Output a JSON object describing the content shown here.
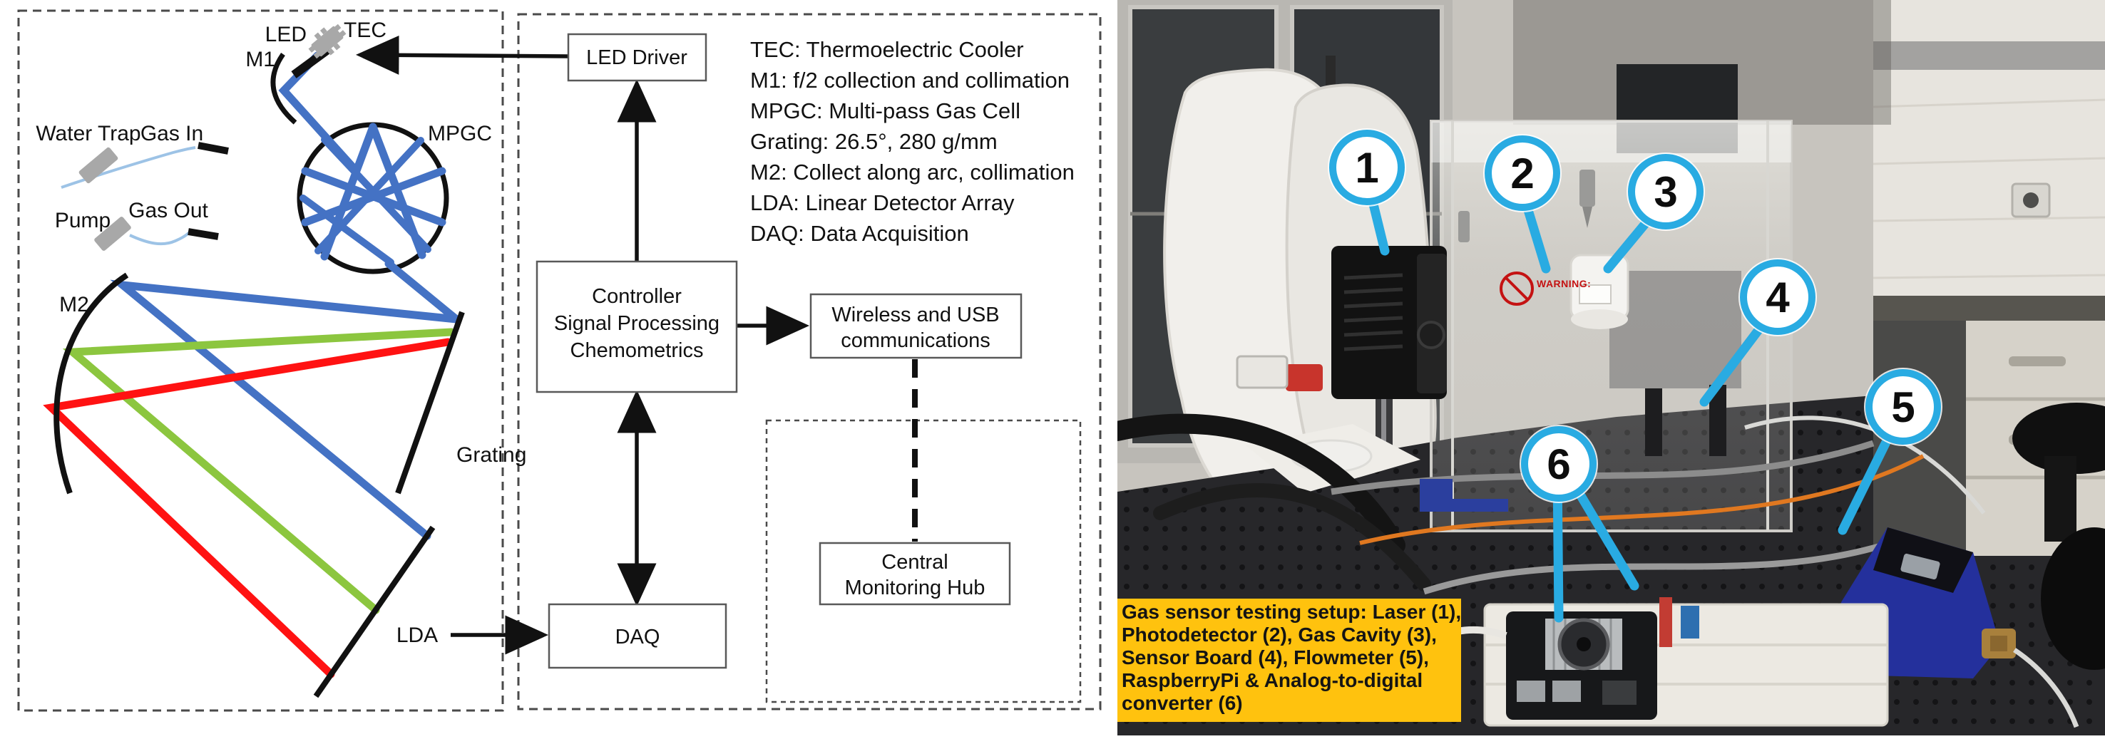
{
  "schematic": {
    "labels": {
      "led": "LED",
      "tec": "TEC",
      "m1": "M1",
      "mpgc": "MPGC",
      "water_trap": "Water Trap",
      "gas_in": "Gas In",
      "gas_out": "Gas Out",
      "pump": "Pump",
      "m2": "M2",
      "grating": "Grating",
      "lda": "LDA"
    },
    "boxes": {
      "led_driver": "LED Driver",
      "controller": [
        "Controller",
        "Signal Processing",
        "Chemometrics"
      ],
      "wireless": [
        "Wireless and USB",
        "communications"
      ],
      "central_hub": [
        "Central",
        "Monitoring Hub"
      ],
      "daq": "DAQ"
    },
    "legend": [
      "TEC: Thermoelectric Cooler",
      "M1: f/2 collection and collimation",
      "MPGC: Multi-pass Gas Cell",
      "Grating: 26.5°, 280 g/mm",
      "M2: Collect along arc, collimation",
      "LDA: Linear Detector Array",
      "DAQ: Data Acquisition"
    ],
    "beam_colors": {
      "blue": "#4472C4",
      "green": "#8CC63F",
      "red": "#FF1212"
    }
  },
  "photo": {
    "callout_color": "#29ABE2",
    "callouts": [
      {
        "number": "1",
        "target": "laser"
      },
      {
        "number": "2",
        "target": "photodetector"
      },
      {
        "number": "3",
        "target": "gas-cavity"
      },
      {
        "number": "4",
        "target": "sensor-board"
      },
      {
        "number": "5",
        "target": "flowmeter"
      },
      {
        "number": "6",
        "target": "raspberrypi-and-adc"
      }
    ],
    "warning_label": "WARNING:",
    "caption": {
      "background": "#FFC20E",
      "lines": [
        "Gas sensor testing setup: Laser (1),",
        "Photodetector (2), Gas Cavity (3),",
        "Sensor Board (4), Flowmeter (5),",
        "RaspberryPi & Analog-to-digital",
        "converter (6)"
      ]
    }
  }
}
